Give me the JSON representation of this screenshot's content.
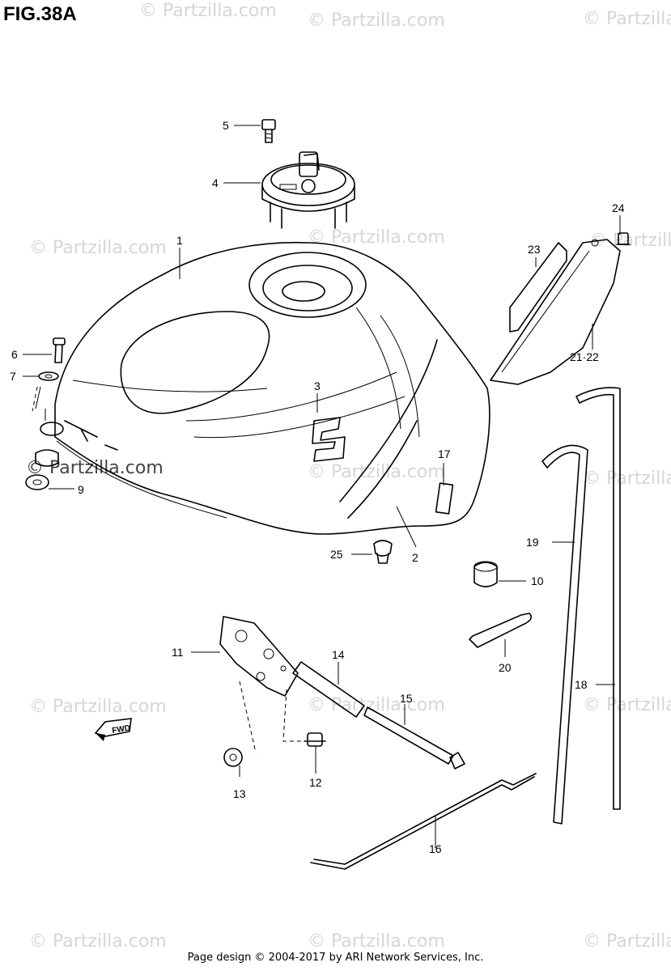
{
  "figure": {
    "title": "FIG.38A",
    "footer": "Page design © 2004-2017 by ARI Network Services, Inc."
  },
  "watermark": {
    "text": "© Partzilla.com",
    "color": "#d6d6d6"
  },
  "fwd_label": "FWD",
  "callouts": {
    "c1": "1",
    "c2": "2",
    "c3": "3",
    "c4": "4",
    "c5": "5",
    "c6": "6",
    "c7": "7",
    "c9": "9",
    "c10": "10",
    "c11": "11",
    "c12": "12",
    "c13": "13",
    "c14": "14",
    "c15": "15",
    "c16": "16",
    "c17": "17",
    "c18": "18",
    "c19": "19",
    "c20": "20",
    "c2122": "21·22",
    "c23": "23",
    "c24": "24",
    "c25": "25"
  }
}
